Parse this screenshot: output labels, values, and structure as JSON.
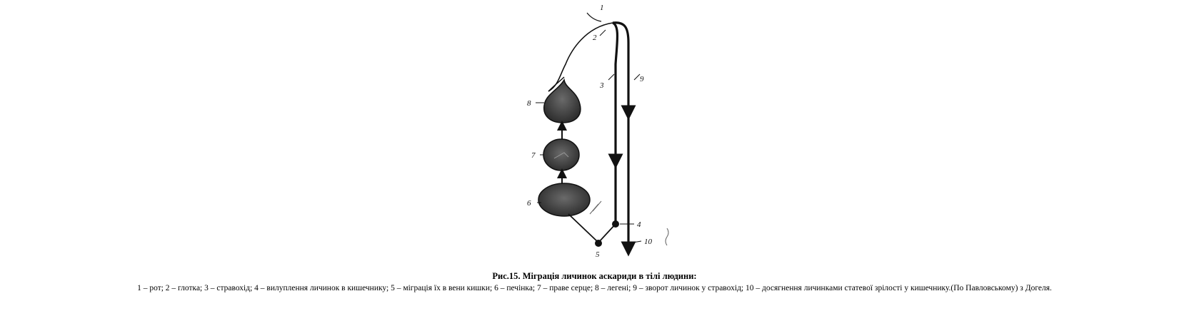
{
  "figure": {
    "title_prefix": "Рис.15",
    "title_rest": ". Міграція личинок аскариди в тілі людини:",
    "legend": "1 – рот; 2 – глотка; 3 – стравохід; 4 – вилуплення личинок в кишечнику; 5 – міграція їх в вени кишки; 6 – печінка; 7 – праве серце; 8 – легені; 9 – зворот личинок у стравохід; 10 – досягнення личинками статевої зрілості у кишечнику.(По Павловському) з Догеля.",
    "labels": [
      "1",
      "2",
      "3",
      "4",
      "5",
      "6",
      "7",
      "8",
      "9",
      "10"
    ]
  }
}
